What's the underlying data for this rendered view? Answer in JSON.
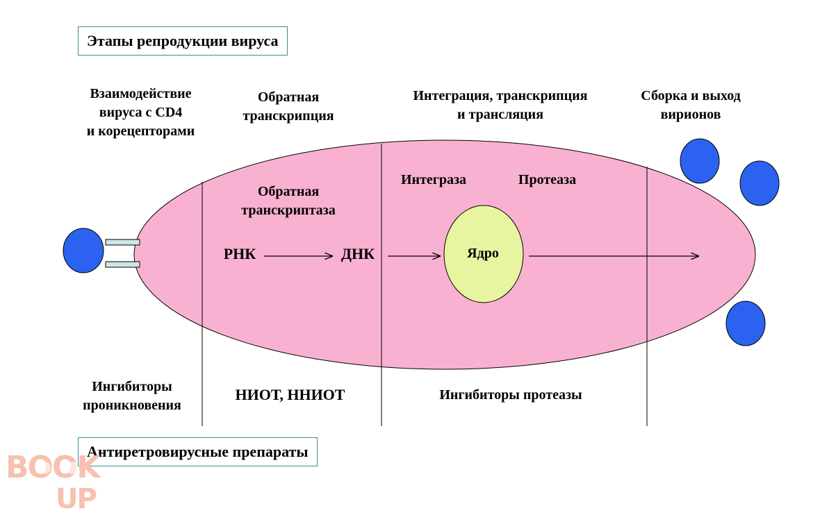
{
  "title_box": "Этапы репродукции вируса",
  "stages": {
    "entry": "Взаимодействие\nвируса с CD4\nи корецепторами",
    "reverse_transcription": "Обратная\nтранскрипция",
    "integration": "Интеграция, транскрипция\nи трансляция",
    "assembly": "Сборка и выход\nвирионов"
  },
  "cell": {
    "enzyme_rt": "Обратная\nтранскриптаза",
    "integrase": "Интеграза",
    "protease": "Протеаза",
    "rna": "РНК",
    "dna": "ДНК",
    "nucleus": "Ядро"
  },
  "inhibitors": {
    "entry": "Ингибиторы\nпроникновения",
    "rt": "НИОТ, ННИОТ",
    "protease": "Ингибиторы протеазы"
  },
  "bottom_box": "Антиретровирусные препараты",
  "watermark": "BOOK UP",
  "colors": {
    "cell_fill": "#f9b1d1",
    "nucleus_fill": "#e8f5a0",
    "virion_fill": "#2b63f0",
    "receptor_fill": "#cfe6e6",
    "box_border": "#3a8f8f",
    "watermark": "#f7c0b0"
  }
}
